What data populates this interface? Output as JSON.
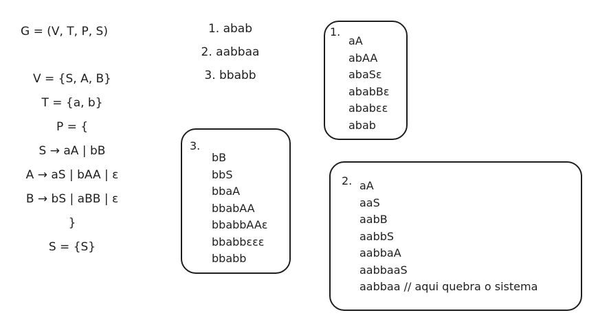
{
  "grammar": {
    "g_def": "G = (V, T, P, S)",
    "v_def": "V = {S, A, B}",
    "t_def": "T = {a, b}",
    "p_open": "P = {",
    "rule_s": "S → aA | bB",
    "rule_a": "A → aS | bAA | ε",
    "rule_b": "B → bS | aBB | ε",
    "p_close": "}",
    "s_def": "S = {S}"
  },
  "words": [
    "1. abab",
    "2. aabbaa",
    "3. bbabb"
  ],
  "derivation1": {
    "label": "1.",
    "steps": [
      "aA",
      "abAA",
      "abaSε",
      "ababBε",
      "ababεε",
      "abab"
    ]
  },
  "derivation2": {
    "label": "2.",
    "steps": [
      "aA",
      "aaS",
      "aabB",
      "aabbS",
      "aabbaA",
      "aabbaaS",
      "aabbaa // aqui quebra o sistema"
    ]
  },
  "derivation3": {
    "label": "3.",
    "steps": [
      "bB",
      "bbS",
      "bbaA",
      "bbabAA",
      "bbabbAAε",
      "bbabbεεε",
      "bbabb"
    ]
  }
}
